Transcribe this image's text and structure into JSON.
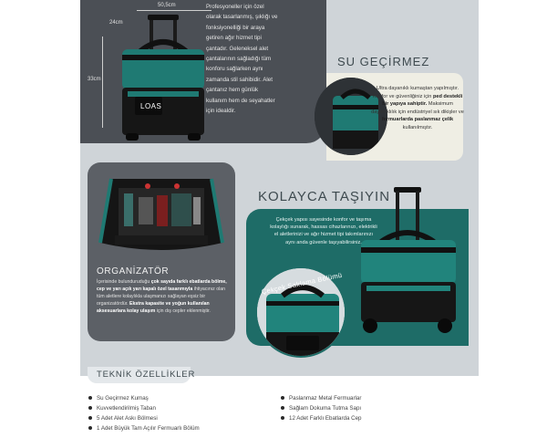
{
  "top": {
    "dim_width": "50,5cm",
    "dim_height": "24cm",
    "dim_depth": "33cm",
    "brand": "LOAS",
    "description_lines": [
      "Profesyoneller için özel",
      "olarak tasarlanmış, şıklığı ve",
      "fonksiyonelliği bir araya",
      "getiren ağır hizmet tipi",
      "çantadır. Geleneksel alet",
      "çantalarının sağladığı tüm",
      "konforu sağlarken aynı",
      "zamanda stil sahibidir. Alet",
      "çantanız hem günlük",
      "kullanım hem de seyahatler",
      "için idealdir."
    ]
  },
  "waterproof": {
    "title": "SU GEÇİRMEZ",
    "text_html_parts": [
      {
        "t": "Ultra dayanıklı kumaştan yapılmıştır. Konfor ve güvenliğiniz için ",
        "b": false
      },
      {
        "t": "ped destekli bir yapıya sahiptir.",
        "b": true
      },
      {
        "t": " Maksimum dayanıklılık için endüstriyel sık dikişler ve ",
        "b": false
      },
      {
        "t": "fermuarlarda paslanmaz çelik",
        "b": true
      },
      {
        "t": " kullanılmıştır.",
        "b": false
      }
    ]
  },
  "organizer": {
    "title": "ORGANİZATÖR",
    "text_parts": [
      {
        "t": "İçerisinde bulunduruduğu ",
        "b": false
      },
      {
        "t": "çok sayıda farklı ebatlarda bölme, cep ve yarı açık yarı kapalı özel tasarımıyla",
        "b": true
      },
      {
        "t": " ihtiyacınız olan tüm aletlere kolaylıkla ulaşmanızı sağlayan eşsiz bir organizatördür. ",
        "b": false
      },
      {
        "t": "Ekstra kapasite ve yoğun kullanılan aksesuarlara kolay ulaşım",
        "b": true
      },
      {
        "t": " için dış cepler eklenmiştir.",
        "b": false
      }
    ]
  },
  "easy_carry": {
    "title": "KOLAYCA TAŞIYIN",
    "text": "Çekçek yapısı sayesinde konfor ve taşıma kolaylığı sunarak, hassas cihazlarınızı, elektrikli el aletlerinizi ve ağır hizmet tipi takımlarınızı aynı anda güvenle taşıyabilirsiniz.",
    "circle_label": "Çekçek Saklama Bölümü"
  },
  "specs": {
    "title": "TEKNİK ÖZELLİKLER",
    "left": [
      "Su Geçirmez Kumaş",
      "Kuvvetlendirilmiş Taban",
      "5 Adet Alet Askı Bölmesi",
      "1 Adet Büyük Tam Açılır Fermuarlı Bölüm"
    ],
    "right": [
      "Paslanmaz Metal Fermuarlar",
      "Sağlam Dokuma Tutma Sapı",
      "12 Adet Farklı Ebatlarda Cep"
    ]
  },
  "colors": {
    "teal": "#1e6c67",
    "dark_card": "#4b4f55",
    "background": "#cfd4d8",
    "cream": "#efeee4"
  }
}
